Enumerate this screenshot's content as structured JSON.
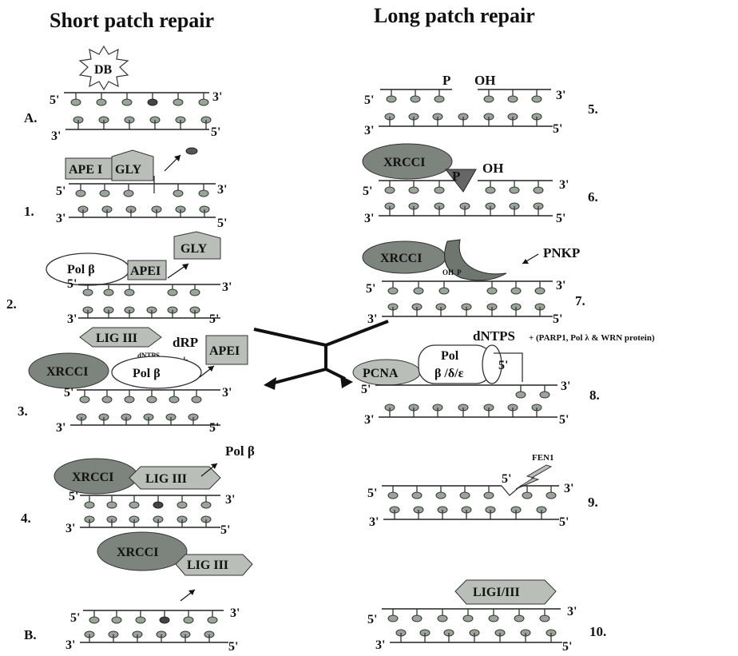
{
  "titles": {
    "short": "Short patch repair",
    "long": "Long patch repair"
  },
  "steps": {
    "A": "A.",
    "s1": "1.",
    "s2": "2.",
    "s3": "3.",
    "s4": "4.",
    "B": "B.",
    "s5": "5.",
    "s6": "6.",
    "s7": "7.",
    "s8": "8.",
    "s9": "9.",
    "s10": "10."
  },
  "ends": {
    "five": "5'",
    "three": "3'"
  },
  "labels": {
    "db": "DB",
    "ape1": "APE I",
    "apei": "APEI",
    "gly": "GLY",
    "pol_beta": "Pol β",
    "lig3": "LIG III",
    "xrcc1": "XRCCI",
    "dntps_small": "dNTPS",
    "drp": "dRP",
    "plus": "+",
    "p": "P",
    "oh": "OH",
    "pnkp": "PNKP",
    "dntps_big": "dNTPS",
    "dntps_note": "+ (PARP1, Pol λ & WRN protein)",
    "pcna": "PCNA",
    "pol": "Pol",
    "pol_types": "β /δ/ε",
    "fen1": "FEN1",
    "lig13": "LIGI/III"
  }
}
